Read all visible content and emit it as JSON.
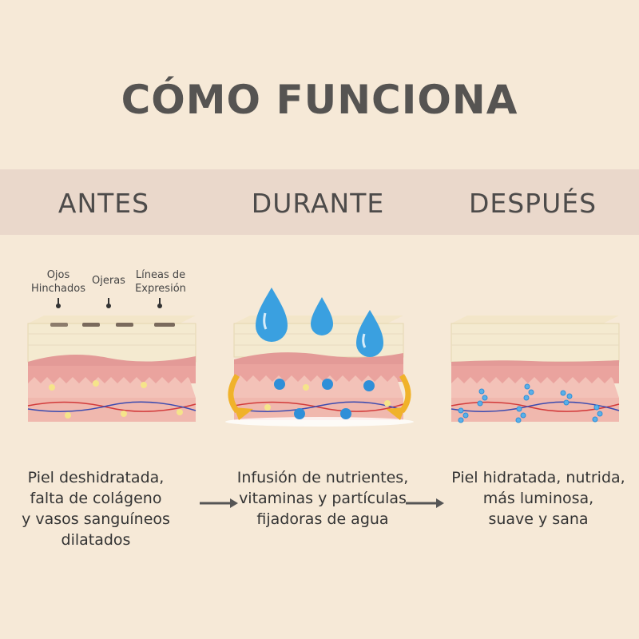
{
  "title": "CÓMO FUNCIONA",
  "stages": {
    "antes": "ANTES",
    "durante": "DURANTE",
    "despues": "DESPUÉS"
  },
  "labels": {
    "ojos": "Ojos\nHinchados",
    "ojeras": "Ojeras",
    "lineas": "Líneas de\nExpresión"
  },
  "descriptions": {
    "antes": "Piel deshidratada,\nfalta de colágeno\ny vasos sanguíneos\ndilatados",
    "durante": "Infusión de nutrientes,\nvitaminas y partículas\nfijadoras de agua",
    "despues": "Piel hidratada, nutrida,\nmás luminosa,\nsuave y sana"
  },
  "colors": {
    "background": "#f6e9d7",
    "band": "#ead8cb",
    "skin": "#eaa39e",
    "water_drop": "#3aa0e0",
    "collagen": "#f5e48a",
    "arrow_ring": "#f0b22a"
  }
}
